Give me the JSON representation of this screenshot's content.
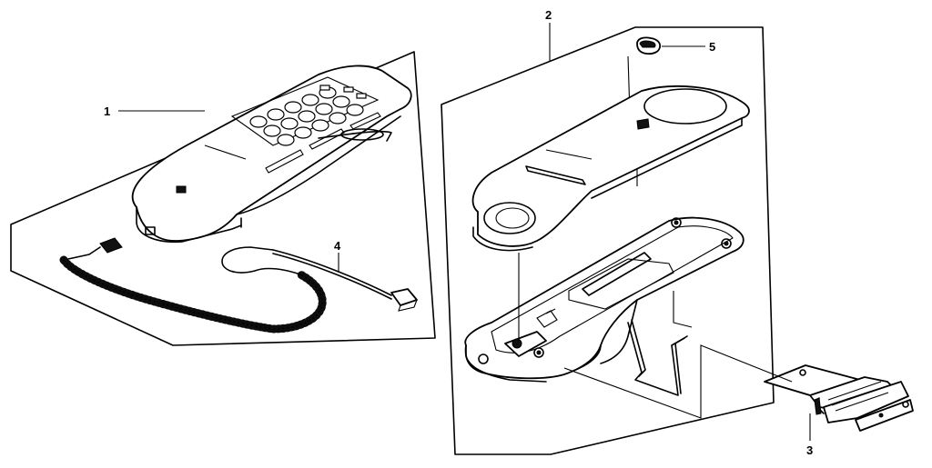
{
  "diagram": {
    "callouts": [
      {
        "id": "1",
        "label": "1"
      },
      {
        "id": "2",
        "label": "2"
      },
      {
        "id": "3",
        "label": "3"
      },
      {
        "id": "4",
        "label": "4"
      },
      {
        "id": "5",
        "label": "5"
      }
    ],
    "colors": {
      "ink": "#000000",
      "paper": "#ffffff"
    },
    "icons": [
      "phone-handset-icon",
      "coiled-cord-icon",
      "line-cord-icon",
      "base-cover-icon",
      "base-housing-icon",
      "mounting-bracket-icon",
      "hook-button-icon"
    ]
  }
}
